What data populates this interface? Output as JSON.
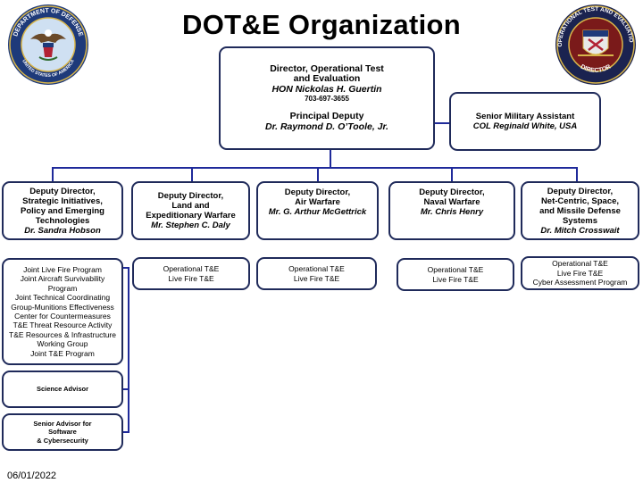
{
  "title": "DOT&E Organization",
  "date": "06/01/2022",
  "seals": {
    "left": {
      "icon": "dod-seal-icon",
      "lettering": "DEPARTMENT OF DEFENSE · UNITED STATES OF AMERICA"
    },
    "right": {
      "icon": "dote-seal-icon",
      "lettering": "OPERATIONAL TEST AND EVALUATION · DIRECTOR"
    }
  },
  "director": {
    "title_line1": "Director, Operational Test",
    "title_line2": "and Evaluation",
    "name": "HON Nickolas H. Guertin",
    "phone": "703-697-3655",
    "deputy_title": "Principal Deputy",
    "deputy_name": "Dr. Raymond D. O’Toole, Jr."
  },
  "senior_military_assistant": {
    "title": "Senior Military Assistant",
    "name": "COL Reginald White, USA"
  },
  "deputies": [
    {
      "title_lines": [
        "Deputy Director,",
        "Strategic Initiatives,",
        "Policy and Emerging",
        "Technologies"
      ],
      "name": "Dr. Sandra Hobson"
    },
    {
      "title_lines": [
        "Deputy Director,",
        "Land and",
        "Expeditionary Warfare"
      ],
      "name": "Mr. Stephen C. Daly"
    },
    {
      "title_lines": [
        "Deputy Director,",
        "Air Warfare"
      ],
      "name": "Mr. G. Arthur McGettrick"
    },
    {
      "title_lines": [
        "Deputy Director,",
        "Naval Warfare"
      ],
      "name": "Mr. Chris Henry"
    },
    {
      "title_lines": [
        "Deputy Director,",
        "Net-Centric, Space,",
        "and Missile Defense",
        "Systems"
      ],
      "name": "Dr. Mitch Crosswait"
    }
  ],
  "programs": {
    "strategic": [
      "Joint Live Fire Program",
      "Joint Aircraft Survivability",
      "Program",
      "Joint Technical Coordinating",
      "Group-Munitions Effectiveness",
      "Center for Countermeasures",
      "T&E Threat Resource Activity",
      "T&E Resources & Infrastructure",
      "Working Group",
      "Joint T&E Program"
    ],
    "land": [
      "Operational T&E",
      "Live Fire T&E"
    ],
    "air": [
      "Operational T&E",
      "Live Fire T&E"
    ],
    "naval": [
      "Operational T&E",
      "Live Fire T&E"
    ],
    "netcentric": [
      "Operational T&E",
      "Live Fire T&E",
      "Cyber Assessment Program"
    ]
  },
  "science_advisor": "Science Advisor",
  "senior_advisor_lines": [
    "Senior Advisor for",
    "Software",
    "& Cybersecurity"
  ],
  "colors": {
    "line": "#1f2a9a",
    "box_border": "#1f2a5a"
  }
}
